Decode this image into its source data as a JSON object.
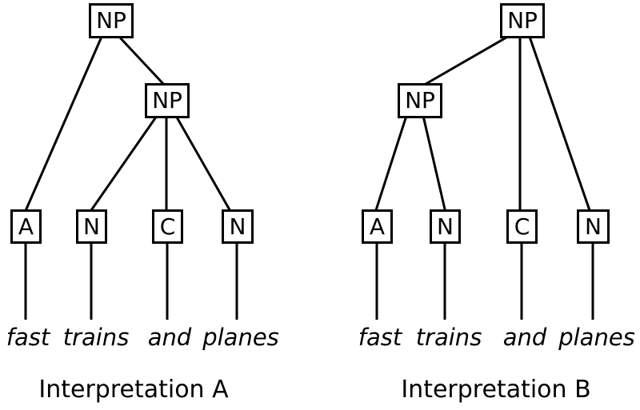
{
  "figure": {
    "description": "Two constituency parse trees showing the structural ambiguity of the phrase 'fast trains and planes'",
    "background_color": "#ffffff",
    "line_color": "#000000",
    "trees": [
      {
        "caption": "Interpretation A",
        "nodes": {
          "root": "NP",
          "inner": "NP",
          "leaves": [
            "A",
            "N",
            "C",
            "N"
          ]
        },
        "words": [
          "fast",
          "trains",
          "and",
          "planes"
        ],
        "edges": [
          [
            "root NP",
            "A"
          ],
          [
            "root NP",
            "inner NP"
          ],
          [
            "inner NP",
            "N (trains)"
          ],
          [
            "inner NP",
            "C (and)"
          ],
          [
            "inner NP",
            "N (planes)"
          ]
        ]
      },
      {
        "caption": "Interpretation B",
        "nodes": {
          "root": "NP",
          "inner": "NP",
          "leaves": [
            "A",
            "N",
            "C",
            "N"
          ]
        },
        "words": [
          "fast",
          "trains",
          "and",
          "planes"
        ],
        "edges": [
          [
            "root NP",
            "inner NP"
          ],
          [
            "root NP",
            "C (and)"
          ],
          [
            "root NP",
            "N (planes)"
          ],
          [
            "inner NP",
            "A (fast)"
          ],
          [
            "inner NP",
            "N (trains)"
          ]
        ]
      }
    ]
  }
}
